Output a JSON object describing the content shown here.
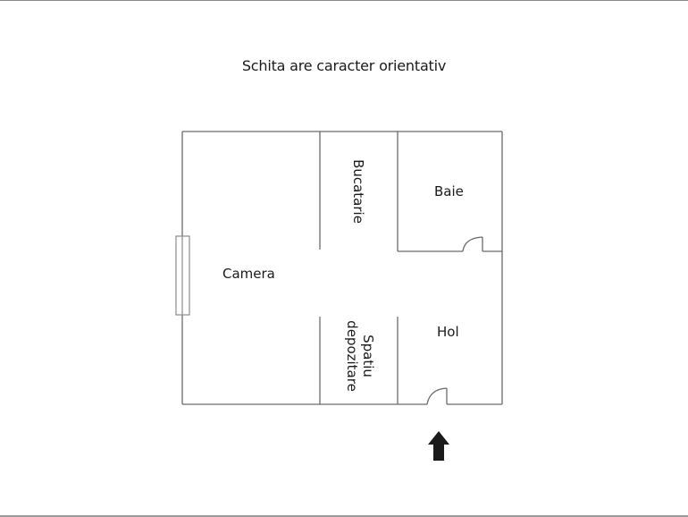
{
  "title": "Schita are caracter orientativ",
  "rooms": {
    "camera": "Camera",
    "bucatarie": "Bucatarie",
    "baie": "Baie",
    "spatiu_line1": "Spatiu",
    "spatiu_line2": "depozitare",
    "hol": "Hol"
  },
  "colors": {
    "wall": "#6b6b6b",
    "arrow": "#1a1a1a",
    "text": "#1a1a1a"
  }
}
